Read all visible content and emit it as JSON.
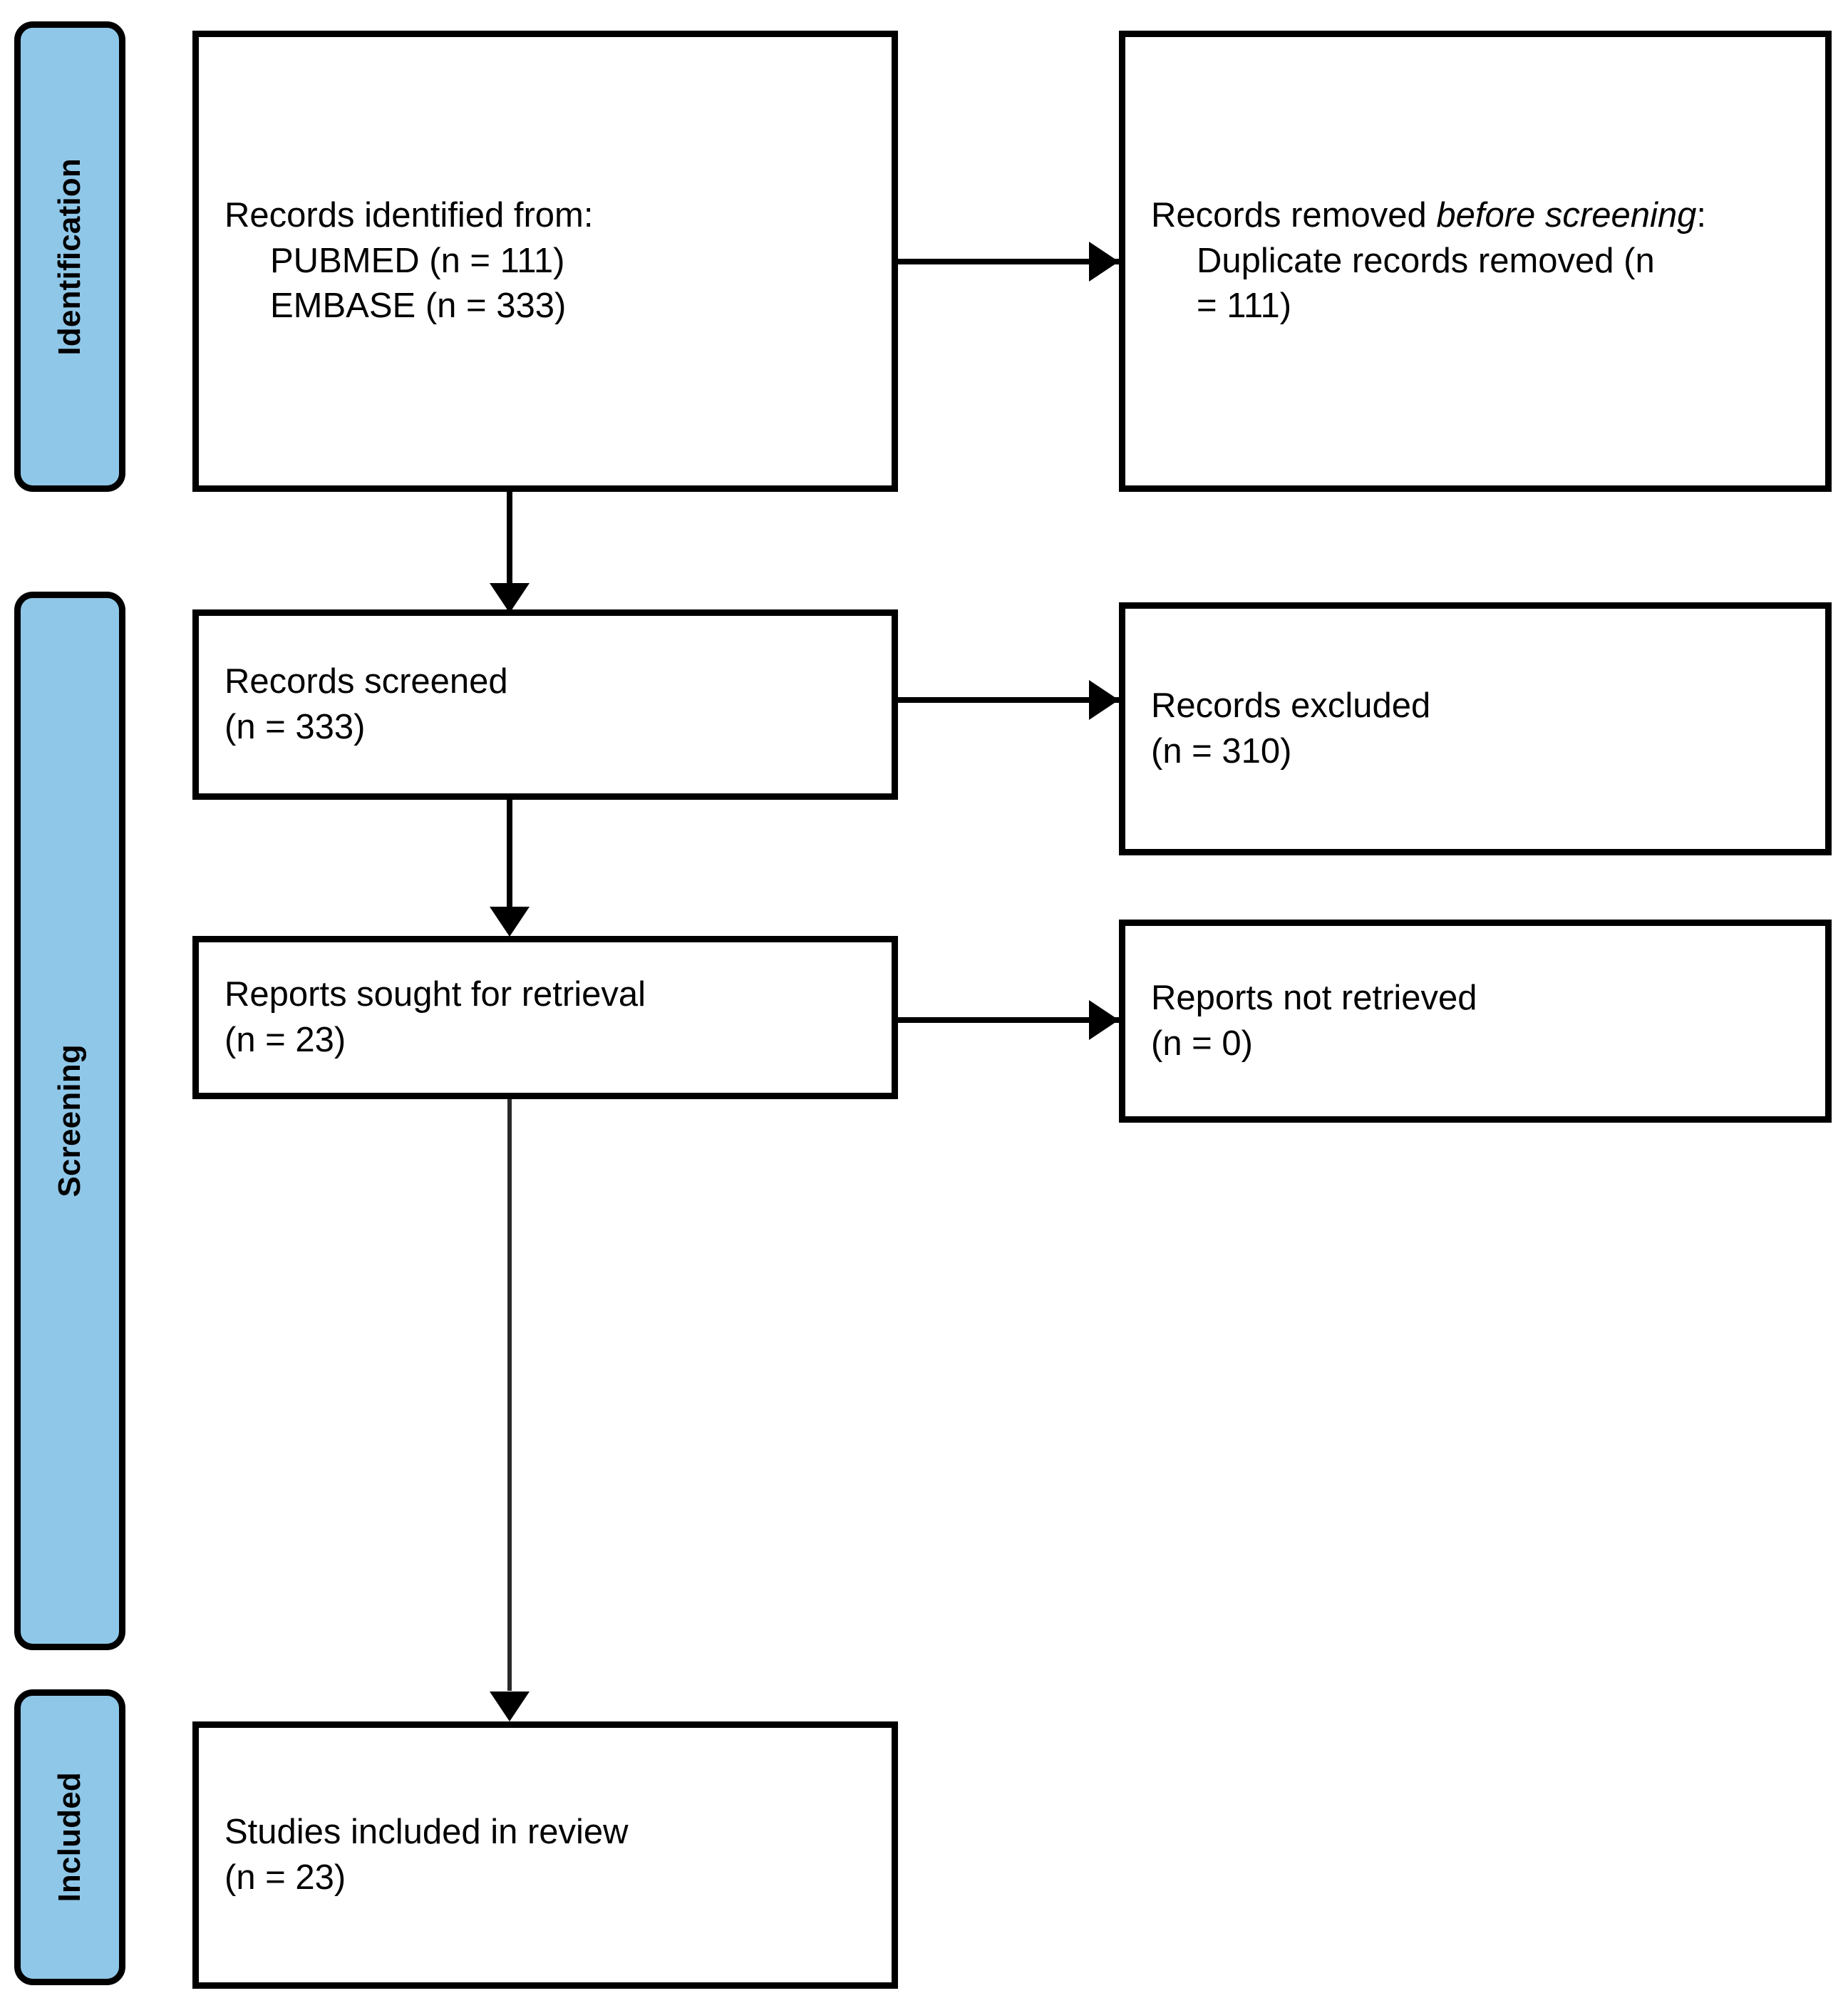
{
  "diagram": {
    "type": "PRISMA flow diagram",
    "stages": [
      {
        "id": "identification",
        "label": "Identification"
      },
      {
        "id": "screening",
        "label": "Screening"
      },
      {
        "id": "included",
        "label": "Included"
      }
    ],
    "boxes": {
      "records_identified": {
        "title": "Records identified from:",
        "source_1": "PUBMED (n = 111)",
        "source_2": "EMBASE (n = 333)"
      },
      "records_removed": {
        "title_plain": "Records removed ",
        "title_italic": "before screening",
        "title_colon": ":",
        "detail_line_1": "Duplicate records removed (n",
        "detail_line_2": "= 111)"
      },
      "records_screened": {
        "title": "Records screened",
        "count": "(n = 333)"
      },
      "records_excluded": {
        "title": "Records excluded",
        "count": "(n = 310)"
      },
      "reports_sought": {
        "title": "Reports sought for retrieval",
        "count": "(n = 23)"
      },
      "reports_not_retrieved": {
        "title": "Reports not retrieved",
        "count": "(n = 0)"
      },
      "studies_included": {
        "title": "Studies included in review",
        "count": "(n = 23)"
      }
    },
    "colors": {
      "stage_fill": "#8FC7E8",
      "stroke": "#000000",
      "box_fill": "#FFFFFF",
      "page_background": "#FFFFFF"
    }
  }
}
